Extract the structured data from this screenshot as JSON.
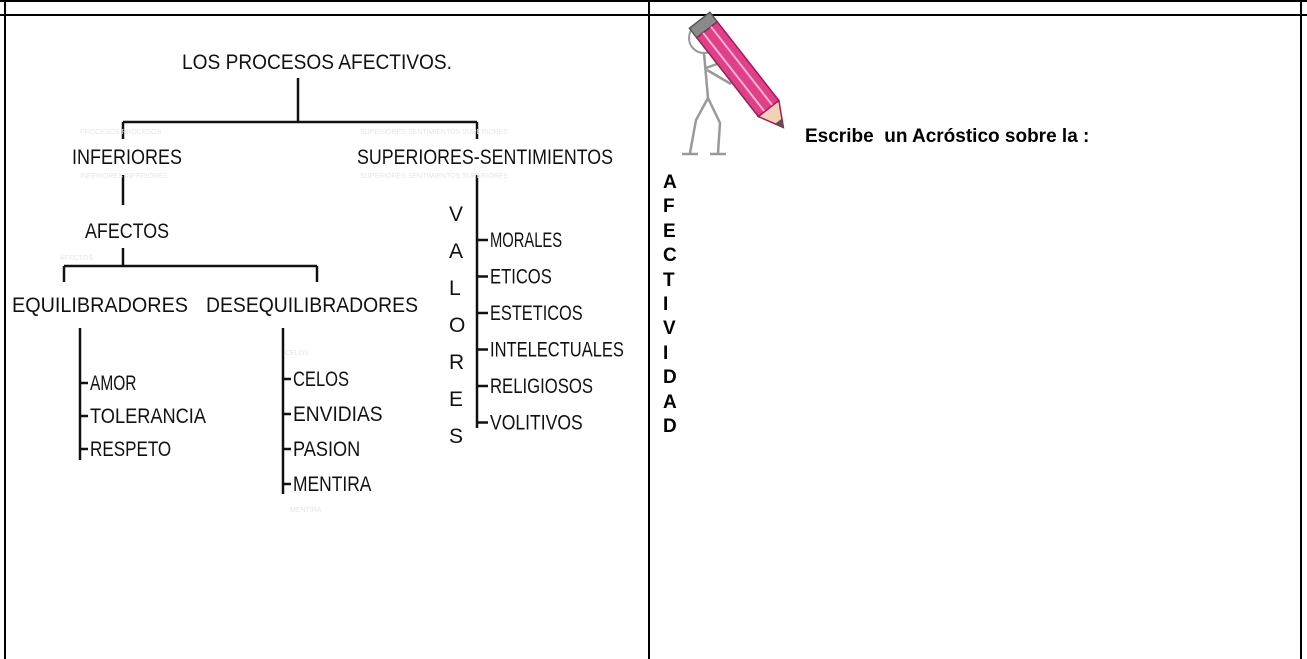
{
  "diagram": {
    "title": "LOS PROCESOS AFECTIVOS.",
    "inferiores": "INFERIORES",
    "superiores": "SUPERIORES-SENTIMIENTOS",
    "afectos": "AFECTOS",
    "equilibradores": "EQUILIBRADORES",
    "desequilibradores": "DESEQUILIBRADORES",
    "equilibradores_items": [
      "AMOR",
      "TOLERANCIA",
      "RESPETO"
    ],
    "desequilibradores_items": [
      "CELOS",
      "ENVIDIAS",
      "PASION",
      "MENTIRA"
    ],
    "valores_letters": [
      "V",
      "A",
      "L",
      "O",
      "R",
      "E",
      "S"
    ],
    "valores_items": [
      "MORALES",
      "ETICOS",
      "ESTETICOS",
      "INTELECTUALES",
      "RELIGIOSOS",
      "VOLITIVOS"
    ]
  },
  "activity": {
    "icon": "pencil-character-icon",
    "instruction": "Escribe  un Acróstico sobre la :",
    "letters": [
      "A",
      "F",
      "E",
      "C",
      "T",
      "I",
      "V",
      "I",
      "D",
      "A",
      "D"
    ]
  },
  "colors": {
    "pencil_pink": "#e0408a",
    "border": "#000000"
  }
}
